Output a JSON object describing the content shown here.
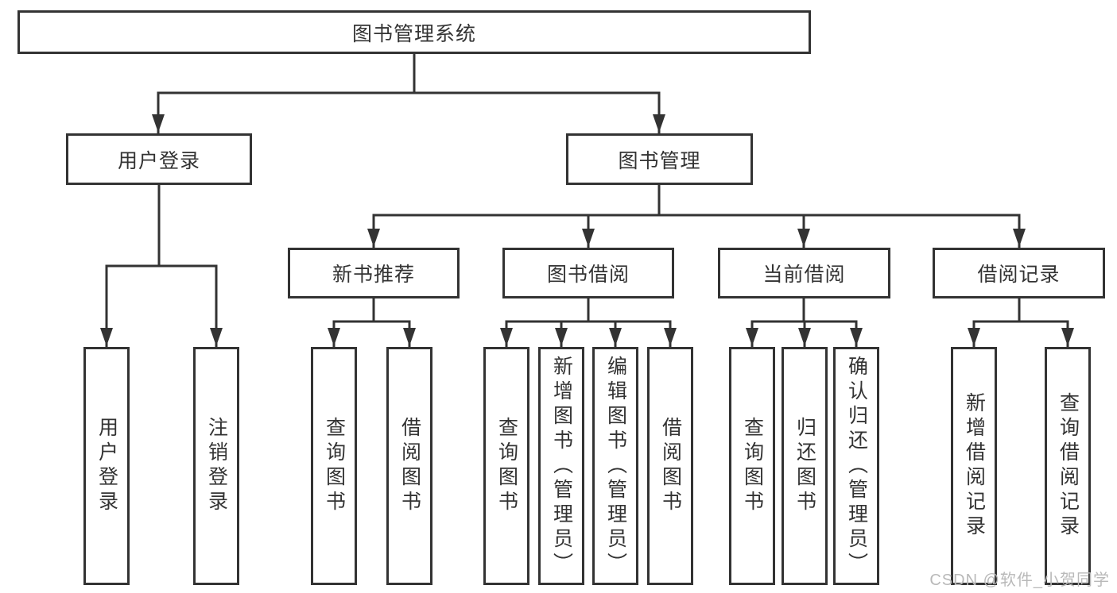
{
  "diagram": {
    "root": {
      "label": "图书管理系统"
    },
    "branches": [
      {
        "label": "用户登录",
        "children": [
          {
            "label": "用户登录"
          },
          {
            "label": "注销登录"
          }
        ]
      },
      {
        "label": "图书管理",
        "children": [
          {
            "label": "新书推荐",
            "children": [
              {
                "label": "查询图书"
              },
              {
                "label": "借阅图书"
              }
            ]
          },
          {
            "label": "图书借阅",
            "children": [
              {
                "label": "查询图书"
              },
              {
                "label": "新增图书（管理员）"
              },
              {
                "label": "编辑图书（管理员）"
              },
              {
                "label": "借阅图书"
              }
            ]
          },
          {
            "label": "当前借阅",
            "children": [
              {
                "label": "查询图书"
              },
              {
                "label": "归还图书"
              },
              {
                "label": "确认归还（管理员）"
              }
            ]
          },
          {
            "label": "借阅记录",
            "children": [
              {
                "label": "新增借阅记录"
              },
              {
                "label": "查询借阅记录"
              }
            ]
          }
        ]
      }
    ],
    "watermark": "CSDN @软件_小贺同学"
  }
}
